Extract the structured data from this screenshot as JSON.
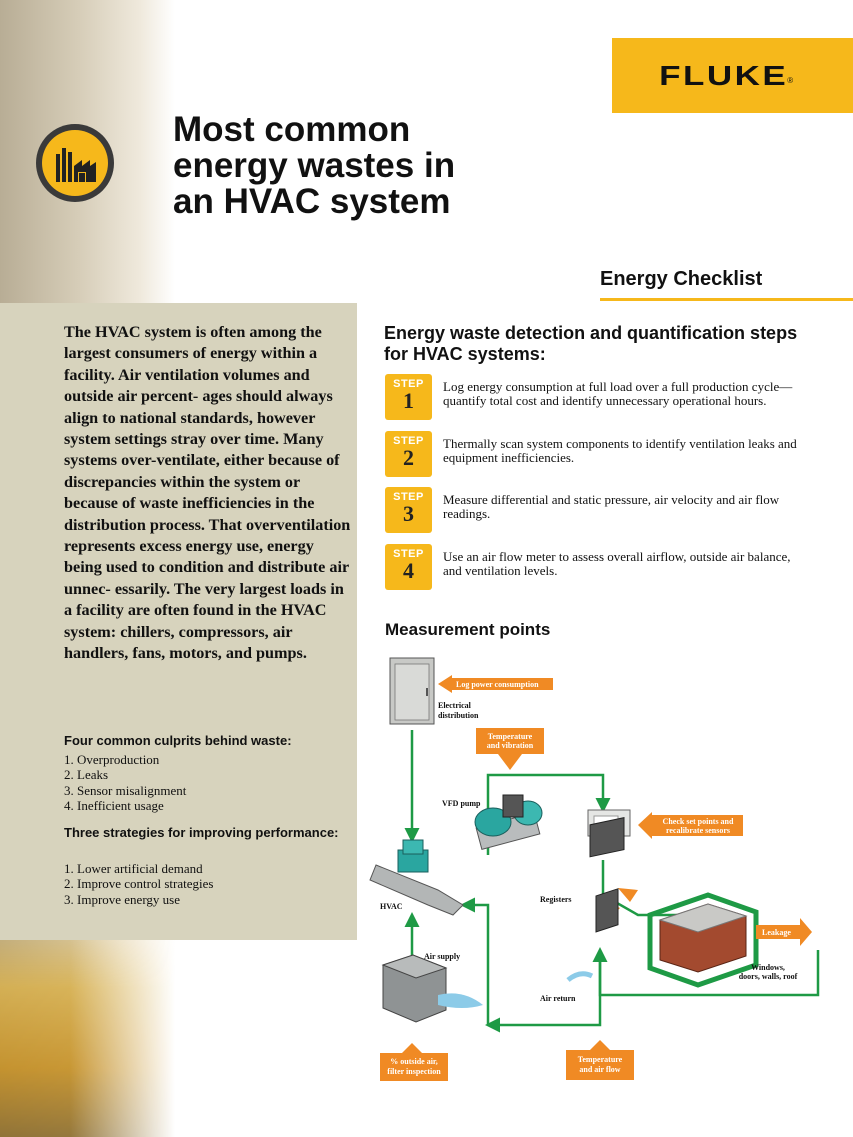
{
  "brand": {
    "logo": "FLUKE",
    "reg": "®",
    "accent": "#f6b81b",
    "panel": "#d7d3bd",
    "flow_green": "#1e9a45",
    "callout_orange": "#f08a24"
  },
  "header": {
    "title_lines": [
      "Most common",
      "energy wastes in",
      "an HVAC system"
    ],
    "section_label": "Energy Checklist",
    "icon": "factory-icon"
  },
  "intro": "The HVAC system is often among the largest consumers of energy within a facility. Air ventilation volumes and outside air percent- ages should always align to national standards, however system settings stray over time. Many systems over-ventilate, either because of discrepancies within the system or because of waste inefficiencies in the distribution process. That overventilation represents excess energy use, energy being used to condition and distribute air unnec- essarily. The very largest loads in a facility are often found in the HVAC system: chillers, compressors, air handlers, fans, motors, and pumps.",
  "culprits": {
    "heading": "Four common culprits behind waste:",
    "items": [
      "1. Overproduction",
      "2. Leaks",
      "3. Sensor misalignment",
      "4. Inefficient usage"
    ]
  },
  "strategies": {
    "heading": "Three strategies for improving performance:",
    "items": [
      "1. Lower artificial demand",
      "2. Improve control strategies",
      "3. Improve energy use"
    ]
  },
  "steps": {
    "heading": "Energy waste detection and quantification steps for HVAC systems:",
    "word": "STEP",
    "items": [
      {
        "num": "1",
        "text": "Log energy consumption at full load over a full production cycle—quantify total cost and identify unnecessary operational hours."
      },
      {
        "num": "2",
        "text": "Thermally scan system components to identify ventilation leaks and equipment inefficiencies."
      },
      {
        "num": "3",
        "text": "Measure differential and static pressure, air velocity and air flow readings."
      },
      {
        "num": "4",
        "text": "Use an air flow meter to assess overall airflow, outside air balance, and ventilation levels."
      }
    ]
  },
  "measurement": {
    "heading": "Measurement points",
    "labels": {
      "electrical": [
        "Electrical",
        "distribution"
      ],
      "vfd": "VFD pump",
      "hvac": "HVAC",
      "registers": "Registers",
      "air_supply": "Air supply",
      "air_return": "Air return",
      "windows": [
        "Windows,",
        "doors, walls, roof"
      ]
    },
    "callouts": {
      "log_power": "Log power consumption",
      "temp_vib": [
        "Temperature",
        "and vibration"
      ],
      "set_points": [
        "Check set points and",
        "recalibrate sensors"
      ],
      "leakage": "Leakage",
      "outside_air": [
        "% outside air,",
        "filter inspection"
      ],
      "temp_flow": [
        "Temperature",
        "and air flow"
      ]
    }
  }
}
